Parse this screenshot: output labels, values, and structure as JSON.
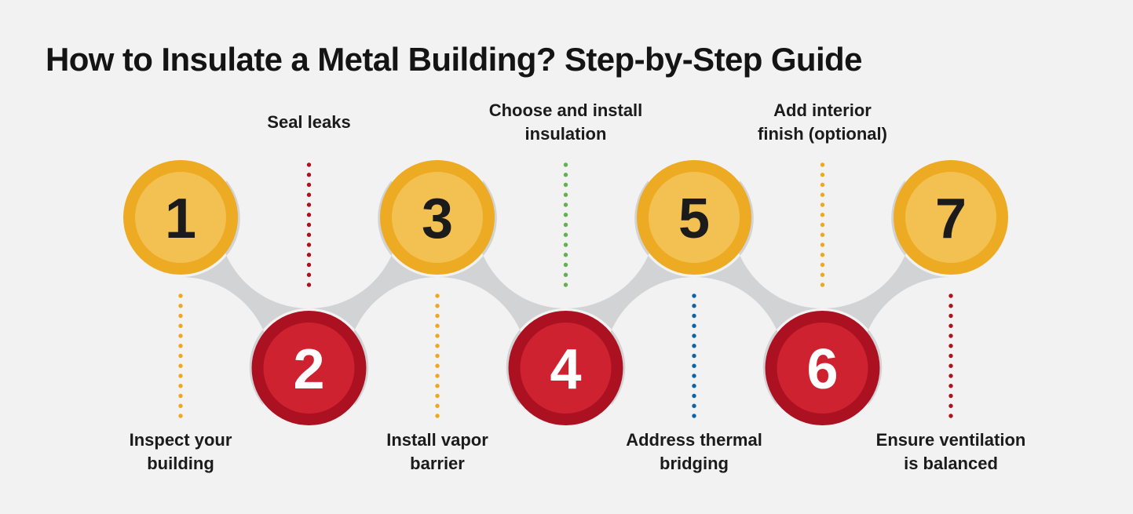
{
  "title": "How to Insulate a Metal Building? Step-by-Step Guide",
  "colors": {
    "background": "#f2f2f2",
    "connector_gray": "#d2d3d5",
    "circle_yellow": "#edaa23",
    "circle_yellow_inner": "#f3c151",
    "circle_red": "#ac1122",
    "circle_red_inner": "#ce2231",
    "number_on_yellow": "#1b1b1b",
    "number_on_red": "#ffffff",
    "dot_yellow": "#eea81f",
    "dot_red": "#ae131d",
    "dot_green": "#62b14f",
    "dot_blue": "#0d63a5",
    "label_text": "#1b1b1b",
    "title_text": "#141414"
  },
  "steps": [
    {
      "number": "1",
      "label": "Inspect your\nbuilding",
      "row": "top",
      "circle": "yellow",
      "dot_color": "#eea81f",
      "label_position": "below"
    },
    {
      "number": "2",
      "label": "Seal leaks",
      "row": "bottom",
      "circle": "red",
      "dot_color": "#ae131d",
      "label_position": "above"
    },
    {
      "number": "3",
      "label": "Install vapor\nbarrier",
      "row": "top",
      "circle": "yellow",
      "dot_color": "#eea81f",
      "label_position": "below"
    },
    {
      "number": "4",
      "label": "Choose and install\ninsulation",
      "row": "bottom",
      "circle": "red",
      "dot_color": "#62b14f",
      "label_position": "above"
    },
    {
      "number": "5",
      "label": "Address thermal\nbridging",
      "row": "top",
      "circle": "yellow",
      "dot_color": "#0d63a5",
      "label_position": "below"
    },
    {
      "number": "6",
      "label": "Add interior\nfinish (optional)",
      "row": "bottom",
      "circle": "red",
      "dot_color": "#eea81f",
      "label_position": "above"
    },
    {
      "number": "7",
      "label": "Ensure ventilation\nis balanced",
      "row": "top",
      "circle": "yellow",
      "dot_color": "#ae131d",
      "label_position": "below"
    }
  ]
}
